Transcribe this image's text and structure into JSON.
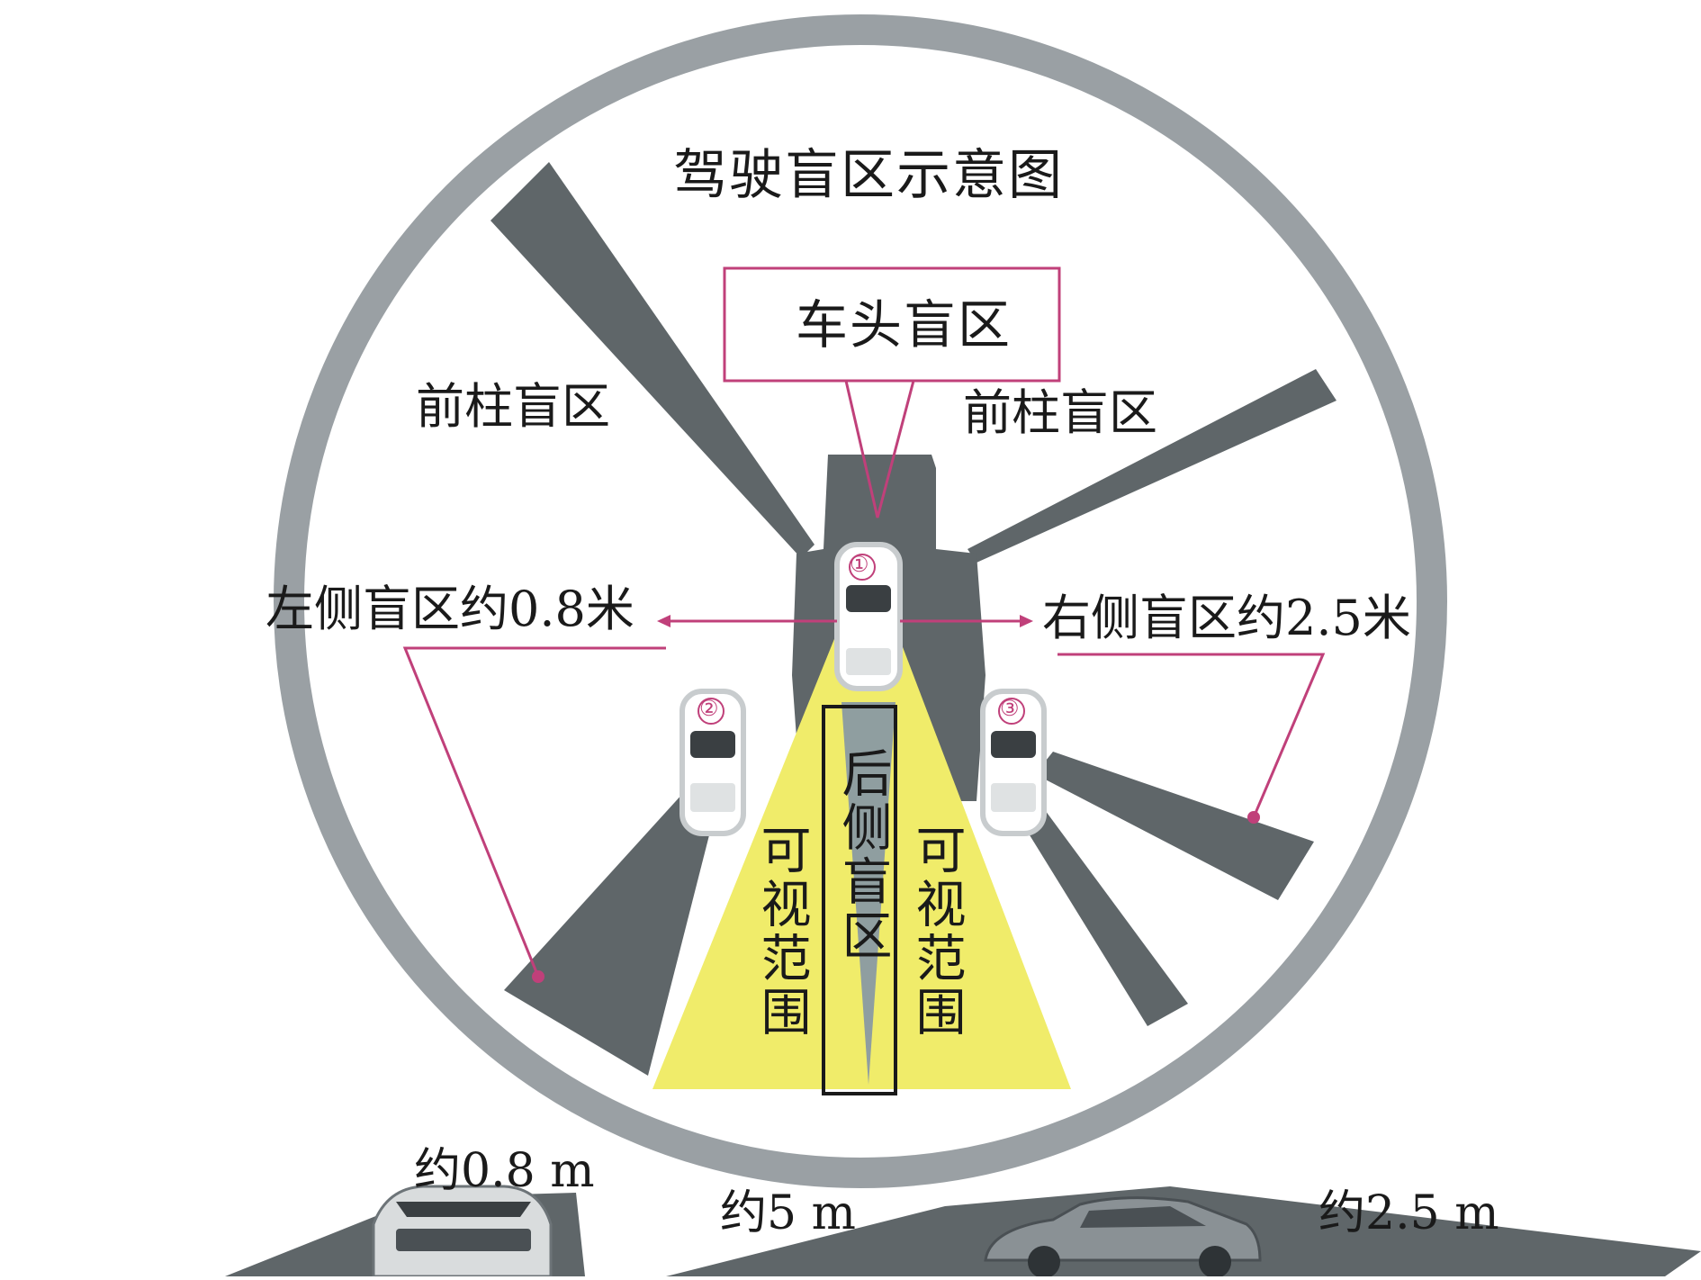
{
  "diagram": {
    "title": "驾驶盲区示意图",
    "front_blind_zone": "车头盲区",
    "left_pillar_blind_zone": "前柱盲区",
    "right_pillar_blind_zone": "前柱盲区",
    "left_side_blind_zone": "左侧盲区约0.8米",
    "right_side_blind_zone": "右侧盲区约2.5米",
    "visible_range_left": "可视范围",
    "visible_range_right": "可视范围",
    "rear_blind_zone": "后侧盲区",
    "car_markers": [
      "①",
      "②",
      "③"
    ],
    "distance_left": "约0.8 m",
    "distance_center": "约5 m",
    "distance_right": "约2.5 m",
    "colors": {
      "ring": "#9aa0a4",
      "blind_zone": "#5f6669",
      "visible_zone": "#f0ec6a",
      "callout_line": "#c0407a"
    }
  }
}
